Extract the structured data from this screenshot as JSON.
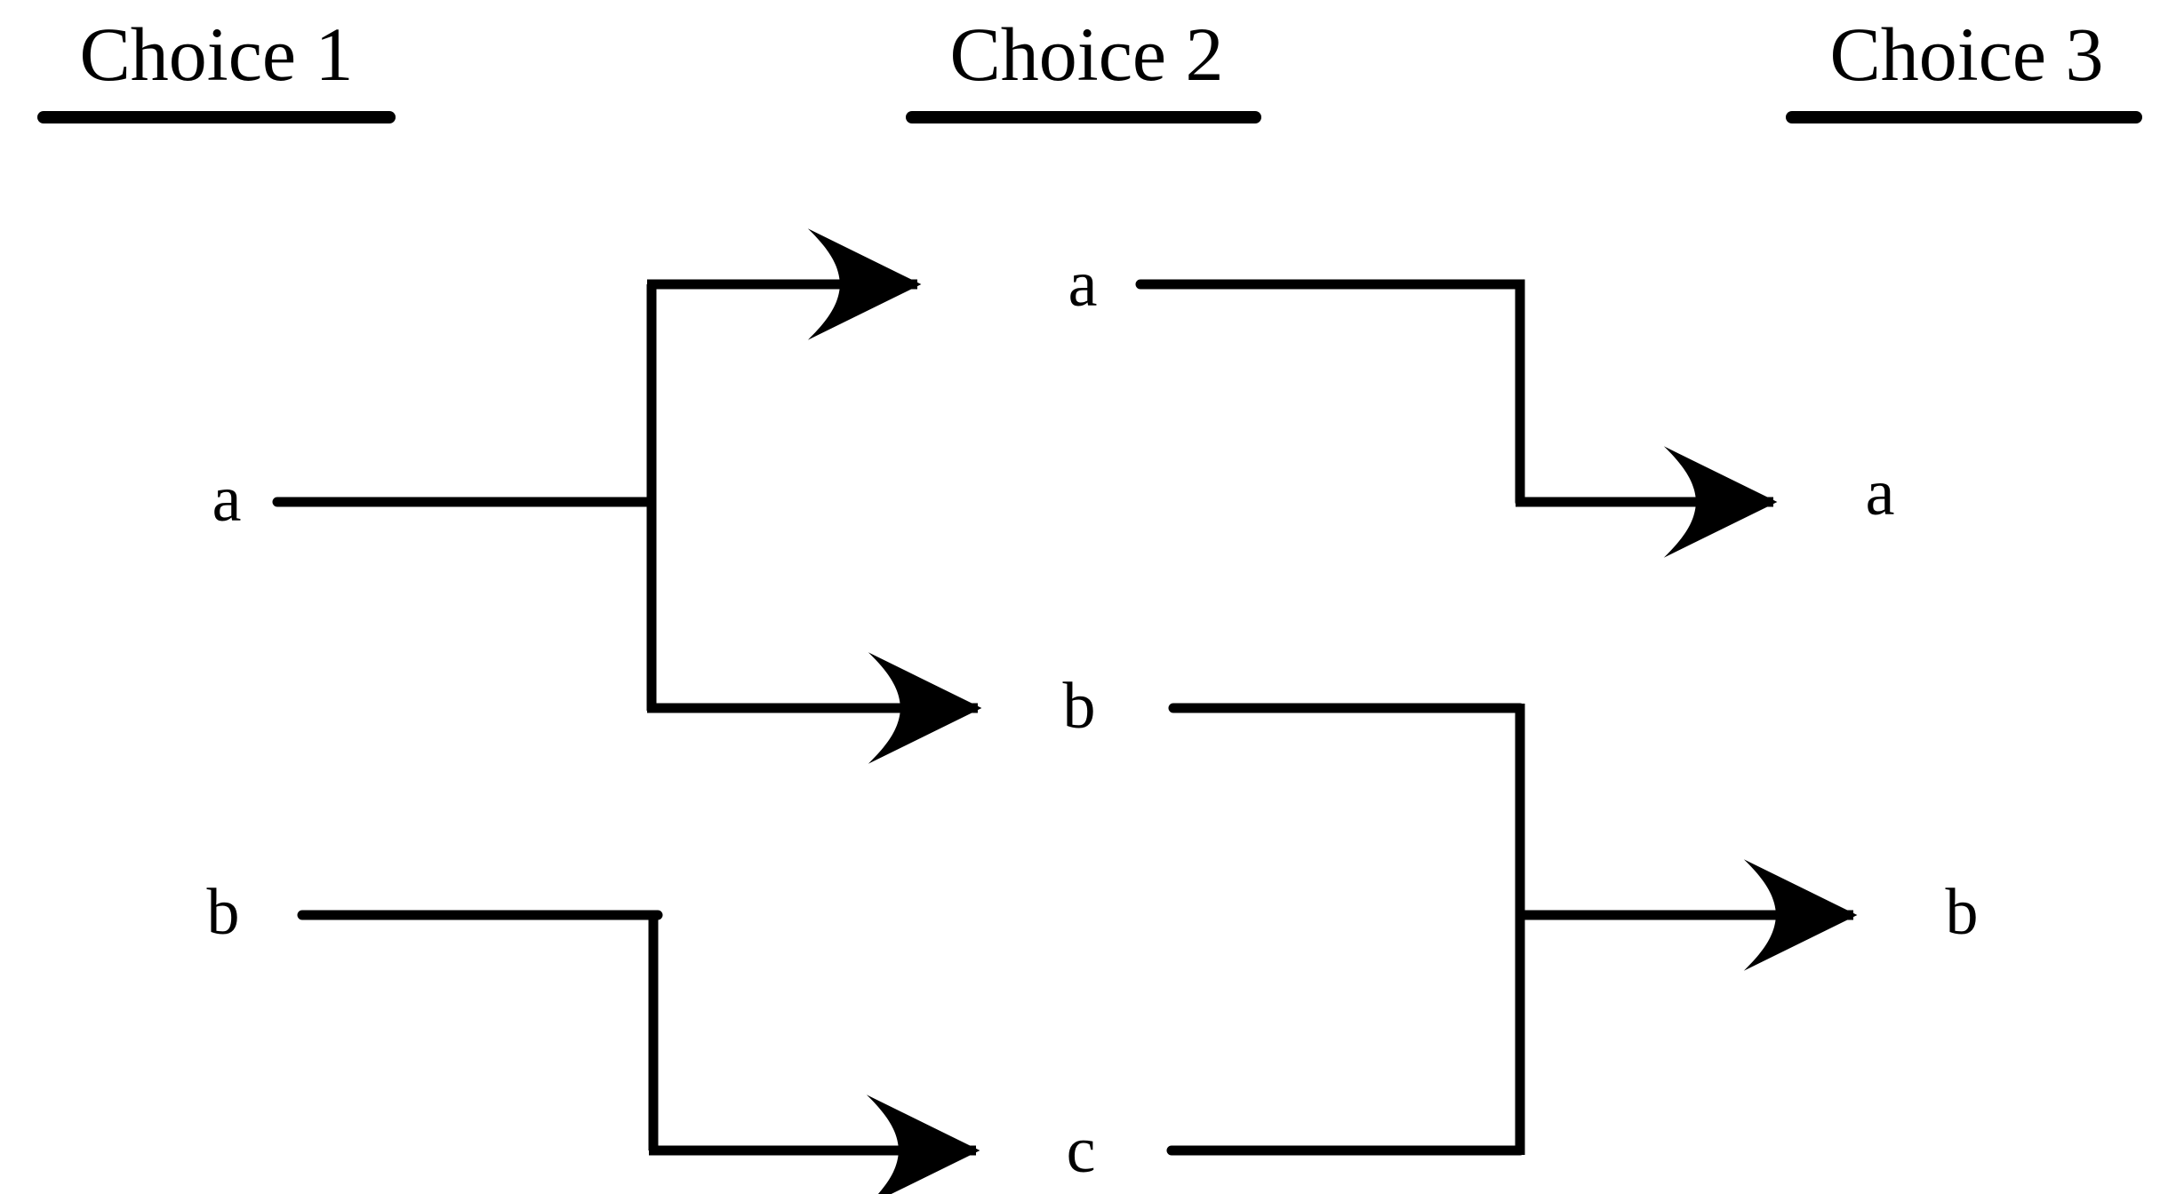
{
  "figure": {
    "type": "decision-tree-diagram",
    "background": "#ffffff",
    "stroke_color": "#000000",
    "columns": [
      {
        "id": "choice1",
        "label": "Choice 1",
        "underlined": true
      },
      {
        "id": "choice2",
        "label": "Choice 2",
        "underlined": true
      },
      {
        "id": "choice3",
        "label": "Choice 3",
        "underlined": true
      }
    ],
    "nodes": {
      "stage1": [
        {
          "id": "in-a",
          "label": "a"
        },
        {
          "id": "in-b",
          "label": "b"
        }
      ],
      "stage2": [
        {
          "id": "mid-a",
          "label": "a"
        },
        {
          "id": "mid-b",
          "label": "b"
        },
        {
          "id": "mid-c",
          "label": "c"
        }
      ],
      "stage3": [
        {
          "id": "out-a",
          "label": "a"
        },
        {
          "id": "out-b",
          "label": "b"
        }
      ]
    },
    "edges": [
      {
        "from": "in-a",
        "to": "mid-a",
        "arrow": true
      },
      {
        "from": "in-a",
        "to": "mid-b",
        "arrow": true
      },
      {
        "from": "in-b",
        "to": "mid-b",
        "arrow": true
      },
      {
        "from": "in-b",
        "to": "mid-c",
        "arrow": true
      },
      {
        "from": "mid-a",
        "to": "out-a",
        "arrow": true
      },
      {
        "from": "mid-b",
        "to": "out-b",
        "arrow": true
      },
      {
        "from": "mid-c",
        "to": "out-b",
        "arrow": true
      }
    ]
  }
}
